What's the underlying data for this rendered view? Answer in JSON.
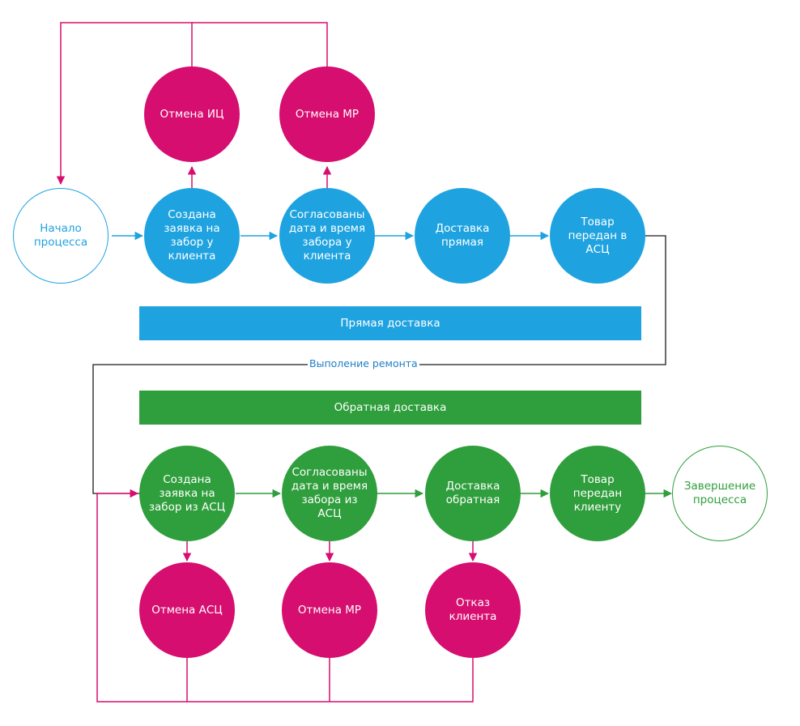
{
  "colors": {
    "forward": "#1fa3e0",
    "reverse": "#2f9e3c",
    "cancel": "#d60e6f",
    "connector": "#1a1a1a"
  },
  "forward": {
    "start": "Начало\nпроцесса",
    "step1": "Создана\nзаявка на\nзабор у\nклиента",
    "step2": "Согласованы\nдата и время\nзабора у\nклиента",
    "step3": "Доставка\nпрямая",
    "step4": "Товар\nпередан в\nАСЦ",
    "cancel1": "Отмена ИЦ",
    "cancel2": "Отмена МР"
  },
  "section_bars": {
    "forward": "Прямая доставка",
    "reverse": "Обратная доставка"
  },
  "repair_label": "Выполение ремонта",
  "reverse": {
    "step1": "Создана\nзаявка на\nзабор из АСЦ",
    "step2": "Согласованы\nдата и время\nзабора из\nАСЦ",
    "step3": "Доставка\nобратная",
    "step4": "Товар\nпередан\nклиенту",
    "end": "Завершение\nпроцесса",
    "cancel1": "Отмена АСЦ",
    "cancel2": "Отмена МР",
    "cancel3": "Отказ клиента"
  }
}
